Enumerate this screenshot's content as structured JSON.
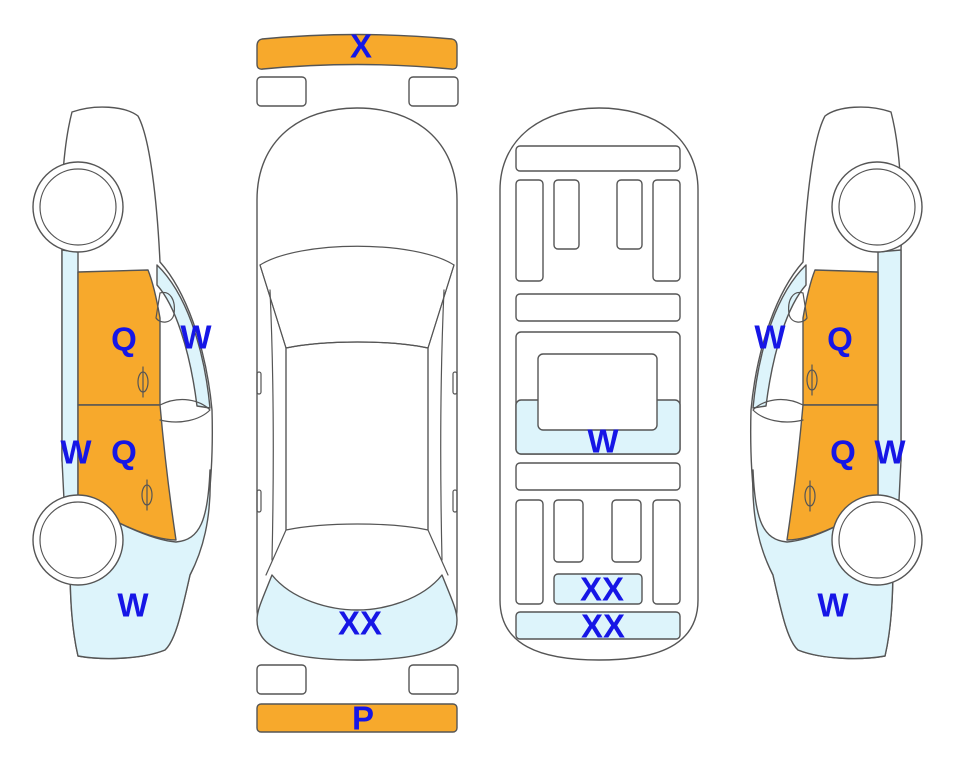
{
  "colors": {
    "grade_q": "#f7a92c",
    "grade_w": "#ddf4fb",
    "outline": "#555555",
    "label": "#1616e6"
  },
  "parts": {
    "front_bumper": {
      "label": "X",
      "fill": "orange"
    },
    "rear_bumper": {
      "label": "P",
      "fill": "orange"
    },
    "left_front_door": {
      "label": "Q",
      "fill": "orange"
    },
    "left_rear_door": {
      "label": "Q",
      "fill": "orange"
    },
    "left_a_pillar": {
      "label": "W",
      "fill": "lightblue"
    },
    "left_rocker": {
      "label": "W",
      "fill": "lightblue"
    },
    "left_rear_fender": {
      "label": "W",
      "fill": "lightblue"
    },
    "roof_middle": {
      "label": "W",
      "fill": "lightblue"
    },
    "trunk_lid": {
      "label": "XX",
      "fill": "lightblue"
    },
    "floor_upper": {
      "label": "XX",
      "fill": "lightblue"
    },
    "floor_lower": {
      "label": "XX",
      "fill": "lightblue"
    },
    "right_a_pillar": {
      "label": "W",
      "fill": "lightblue"
    },
    "right_front_door": {
      "label": "Q",
      "fill": "orange"
    },
    "right_rear_door": {
      "label": "Q",
      "fill": "orange"
    },
    "right_rocker": {
      "label": "W",
      "fill": "lightblue"
    },
    "right_rear_fender": {
      "label": "W",
      "fill": "lightblue"
    }
  }
}
